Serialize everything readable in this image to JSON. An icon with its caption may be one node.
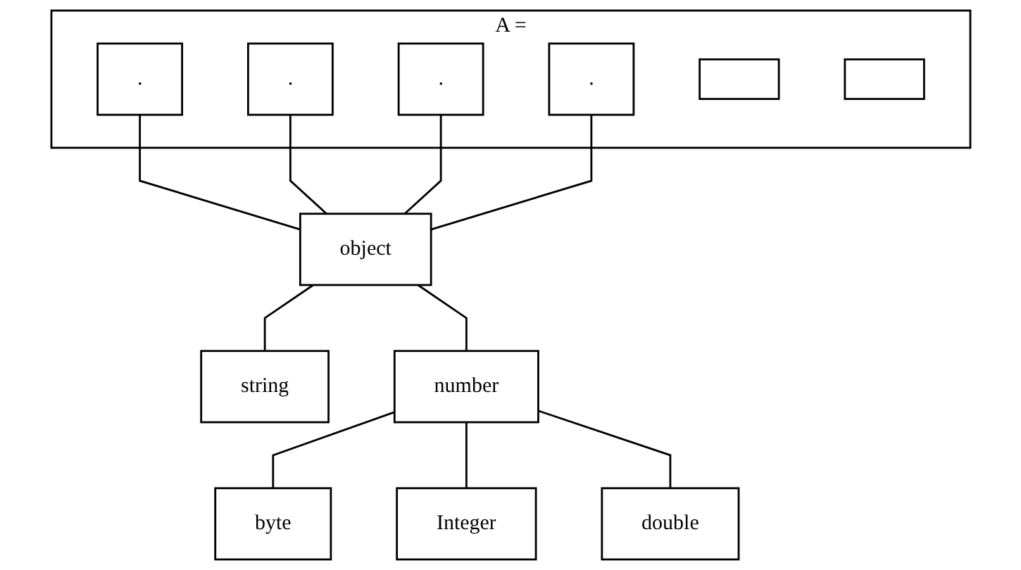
{
  "diagram": {
    "nodes": [
      {
        "text": [
          "A ="
        ]
      },
      {
        "text": [
          "."
        ],
        "in": 0
      },
      {
        "text": [
          "."
        ],
        "in": 0
      },
      {
        "text": [
          "."
        ],
        "in": 0
      },
      {
        "text": [
          "."
        ],
        "in": 0
      },
      {
        "text": [],
        "shape": "box",
        "in": 0
      },
      {
        "text": [],
        "shape": "box",
        "in": 0
      },
      {
        "text": [
          "object"
        ]
      },
      {
        "text": [
          "string"
        ]
      },
      {
        "text": [
          "number"
        ]
      },
      {
        "text": [
          "byte"
        ]
      },
      {
        "text": [
          "Integer"
        ]
      },
      {
        "text": [
          "double"
        ]
      }
    ],
    "edges": [
      {
        "from": 1,
        "to": 7,
        "arrow": "none"
      },
      {
        "from": 2,
        "to": 7,
        "arrow": "none"
      },
      {
        "from": 3,
        "to": 7,
        "arrow": "none"
      },
      {
        "from": 4,
        "to": 7,
        "arrow": "none"
      },
      {
        "from": 7,
        "to": 8,
        "arrow": "none"
      },
      {
        "from": 7,
        "to": 9,
        "arrow": "none"
      },
      {
        "from": 9,
        "to": 10,
        "arrow": "none"
      },
      {
        "from": 9,
        "to": 11,
        "arrow": "none"
      },
      {
        "from": 9,
        "to": 12,
        "arrow": "none"
      }
    ]
  }
}
